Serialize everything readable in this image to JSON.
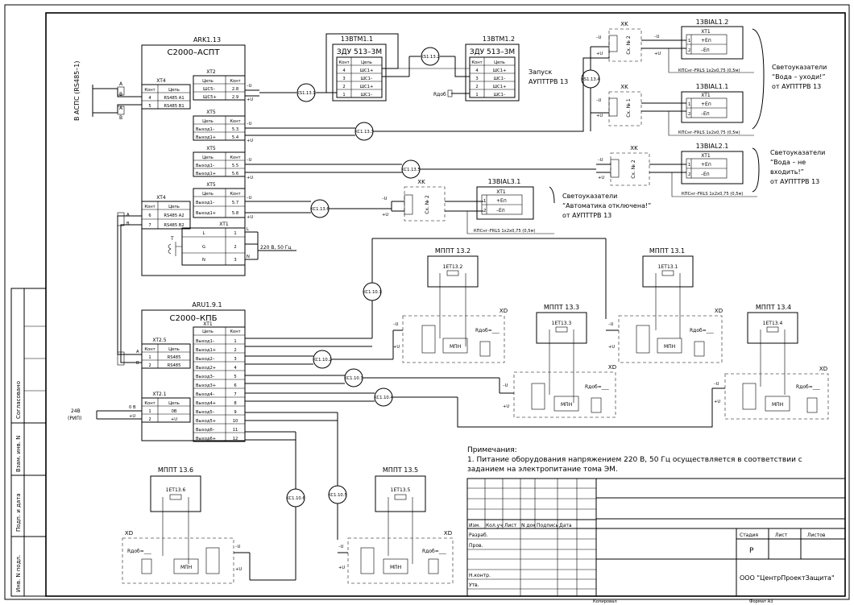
{
  "devices": {
    "ark": {
      "tag": "ARK1.13",
      "name": "С2000–АСПТ"
    },
    "aru": {
      "tag": "ARU1.9.1",
      "name": "С2000–КПБ"
    },
    "btm1": {
      "tag": "13BTM1.1",
      "model": "ЗДУ 513–3М"
    },
    "btm2": {
      "tag": "13BTM1.2",
      "model": "ЗДУ 513–3М"
    }
  },
  "terminals": {
    "xt1": "XT1",
    "xt2": "XT2",
    "xt4": "XT4",
    "xt5": "XT5",
    "xt25": "XT2.5",
    "xt21": "XT2.1",
    "xk": "XK",
    "xd": "XD",
    "kont": "Конт",
    "cep": "Цепь"
  },
  "xt4_rows": [
    {
      "k": "4",
      "c": "RS485 A1"
    },
    {
      "k": "5",
      "c": "RS485 B1"
    },
    {
      "k": "6",
      "c": "RS485 A2"
    },
    {
      "k": "7",
      "c": "RS485 B2"
    }
  ],
  "xt2_rows": [
    {
      "c": "ШС5–",
      "k": "2.8"
    },
    {
      "c": "ШС5+",
      "k": "2.9"
    }
  ],
  "xt5_groups": [
    [
      {
        "c": "Выход1–",
        "k": "5.3"
      },
      {
        "c": "Выход1+",
        "k": "5.4"
      }
    ],
    [
      {
        "c": "Выход1–",
        "k": "5.5"
      },
      {
        "c": "Выход1+",
        "k": "5.6"
      }
    ],
    [
      {
        "c": "Выход1–",
        "k": "5.7"
      },
      {
        "c": "Выход1+",
        "k": "5.8"
      }
    ]
  ],
  "xt1_power": [
    {
      "c": "L",
      "k": "1"
    },
    {
      "c": "G",
      "k": "2"
    },
    {
      "c": "N",
      "k": "3"
    }
  ],
  "btm_rows": [
    {
      "k": "4",
      "c": "ШС1+"
    },
    {
      "k": "3",
      "c": "ШС1–"
    },
    {
      "k": "2",
      "c": "ШС1+"
    },
    {
      "k": "1",
      "c": "ШС1–"
    }
  ],
  "kpb_rows": [
    {
      "c": "Выход1–",
      "k": "1"
    },
    {
      "c": "Выход1+",
      "k": "2"
    },
    {
      "c": "Выход2–",
      "k": "3"
    },
    {
      "c": "Выход2+",
      "k": "4"
    },
    {
      "c": "Выход3–",
      "k": "5"
    },
    {
      "c": "Выход3+",
      "k": "6"
    },
    {
      "c": "Выход4–",
      "k": "7"
    },
    {
      "c": "Выход4+",
      "k": "8"
    },
    {
      "c": "Выход5–",
      "k": "9"
    },
    {
      "c": "Выход5+",
      "k": "10"
    },
    {
      "c": "Выход6–",
      "k": "11"
    },
    {
      "c": "Выход6+",
      "k": "12"
    }
  ],
  "xt25_rows": [
    {
      "k": "1",
      "c": "RS485"
    },
    {
      "k": "2",
      "c": "RS485"
    }
  ],
  "xt21_rows": [
    {
      "k": "1",
      "c": "0В"
    },
    {
      "k": "2",
      "c": "+U"
    }
  ],
  "cables": {
    "c1": "KS1.13.1",
    "c2": "KS1.13.2",
    "c3": "KS1.13.4",
    "c4": "KC1.13.3",
    "c5": "KC1.13.5",
    "c6": "KC1.13.6",
    "c7": "KC1.10.1",
    "c8": "KC1.10.2",
    "c9": "KC1.10.3",
    "c10": "KC1.10.4",
    "c11": "KC1.10.5",
    "c12": "KC1.10.6"
  },
  "lamps": {
    "l12": "13BIAL1.2",
    "l11": "13BIAL1.1",
    "l21": "13BIAL2.1",
    "l31": "13BIAL3.1",
    "en_plus": "+Eп",
    "en_minus": "–Eп",
    "sch2": "Сх. № 2",
    "sch1": "Сх. № 1"
  },
  "cable_spec": "КПСнг–FRLS 1х2х0,75 (0,5м)",
  "notes_lamps": {
    "a": "Светоуказатели “Вода – уходи!” от АУПТТРВ 13",
    "b": "Светоуказатели “Вода – не входить!” от АУПТТРВ 13",
    "c": "Светоуказатели “Автоматика отключена!” от АУПТТРВ 13"
  },
  "launch_label": "Запуск АУПТТРВ 13",
  "rdob": "Rдоб",
  "rdob_line": "Rдоб=___",
  "rs485_label": "В АСПС (RS485–1)",
  "power_label": "220 В, 50 Гц",
  "rip_label": "24В (РИП)",
  "signals": {
    "minus_u": "–U",
    "plus_u": "+U",
    "a": "A",
    "b": "B",
    "l": "L",
    "n": "N",
    "t": "T",
    "zero_v": "0 В"
  },
  "modules": {
    "m132": "МППТ 13.2",
    "m131": "МППТ 13.1",
    "m133": "МППТ 13.3",
    "m134": "МППТ 13.4",
    "m136": "МППТ 13.6",
    "m135": "МППТ 13.5",
    "e132": "1ET13.2",
    "e131": "1ET13.1",
    "e133": "1ET13.3",
    "e134": "1ET13.4",
    "e136": "1ET13.6",
    "e135": "1ET13.5",
    "mpn": "МПН"
  },
  "notes": {
    "title": "Примечания:",
    "line1": "1. Питание оборудования напряжением 220 В, 50 Гц осуществляется в соответствии с",
    "line2": "заданием на электропитание тома ЭМ."
  },
  "titleblock": {
    "izm": "Изм.",
    "kol": "Кол.уч",
    "list": "Лист",
    "ndok": "N док",
    "podp": "Подпись",
    "data": "Дата",
    "razrab": "Разраб.",
    "prov": "Пров.",
    "nkontr": "Н.контр.",
    "utv": "Утв.",
    "stadiya": "Стадия",
    "list2": "Лист",
    "listov": "Листов",
    "stage_val": "Р",
    "company": "ООО \"ЦентрПроектЗащита\"",
    "kopiroval": "Копировал",
    "format": "Формат А3"
  },
  "side_stamps": [
    "Согласовано",
    "Взам. инв. N",
    "Подп. и дата",
    "Инв. N подл."
  ]
}
